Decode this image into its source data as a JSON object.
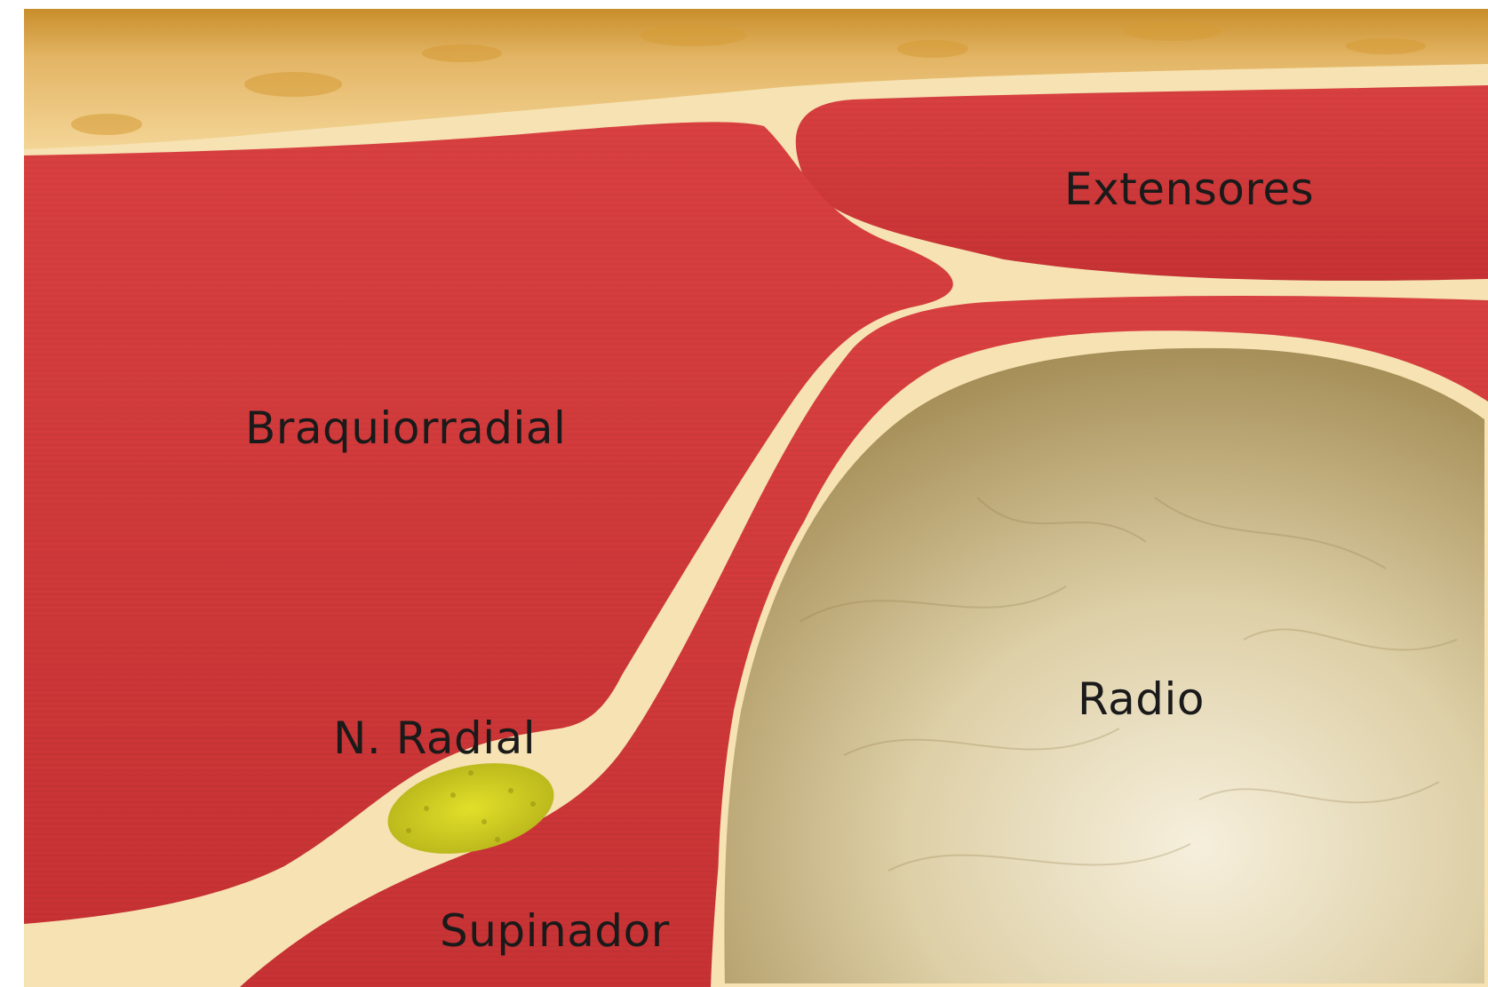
{
  "labels": {
    "extensores": "Extensores",
    "braquiorradial": "Braquiorradial",
    "radio": "Radio",
    "nervio_radial": "N. Radial",
    "supinador": "Supinador"
  },
  "colors": {
    "muscle": "#d13a3c",
    "fat": "#efc878",
    "fascia": "#f7e4b8",
    "bone": "#d8c8a0",
    "nerve": "#d4d21e"
  }
}
